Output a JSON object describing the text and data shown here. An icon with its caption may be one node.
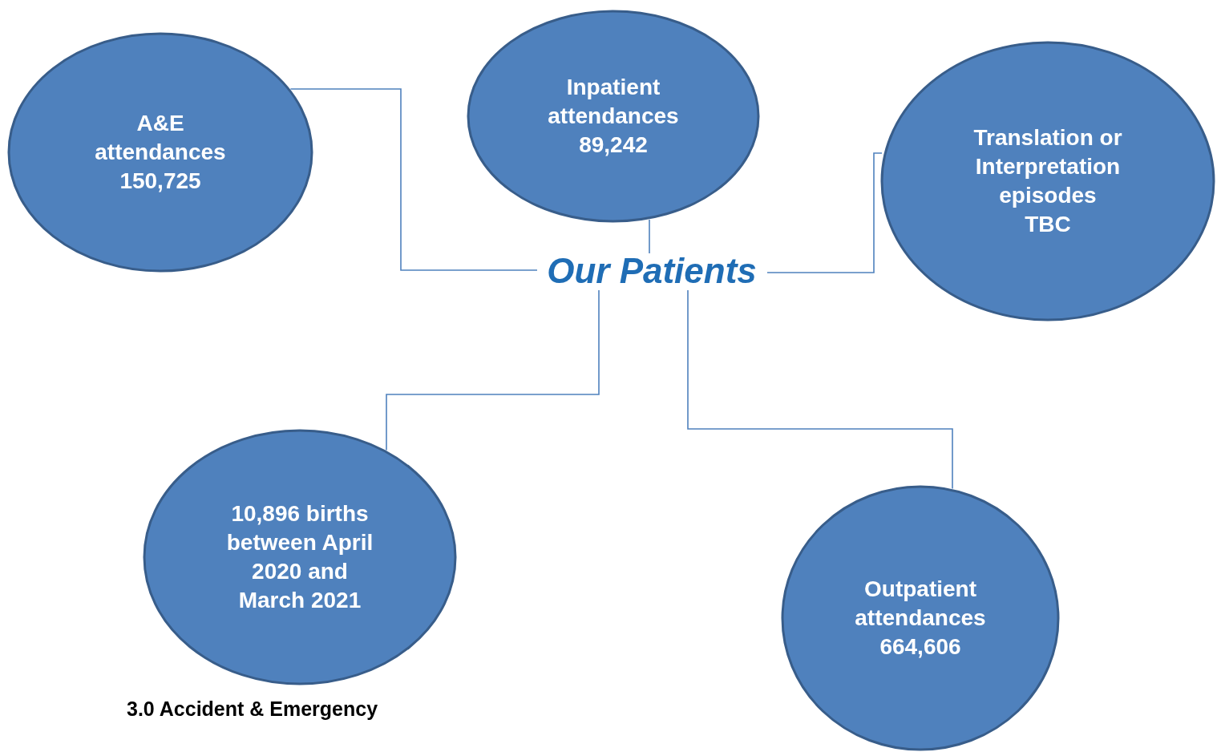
{
  "diagram": {
    "nodes": [
      {
        "text": [
          "A&E attendances",
          "150,725"
        ]
      },
      {
        "text": [
          "Inpatient attendances",
          "89,242"
        ]
      },
      {
        "text": [
          "Translation or Interpretation episodes",
          "TBC"
        ]
      },
      {
        "text": [
          "Our Patients"
        ]
      },
      {
        "text": [
          "10,896 births between April 2020 and March 2021"
        ]
      },
      {
        "text": [
          "Outpatient attendances",
          "664,606"
        ]
      }
    ],
    "edges": [
      {
        "from": 3,
        "to": 0,
        "arrow": "none"
      },
      {
        "from": 3,
        "to": 1,
        "arrow": "none"
      },
      {
        "from": 3,
        "to": 2,
        "arrow": "none"
      },
      {
        "from": 3,
        "to": 4,
        "arrow": "none"
      },
      {
        "from": 3,
        "to": 5,
        "arrow": "none"
      }
    ],
    "labels": [
      "3.0 Accident & Emergency"
    ]
  }
}
